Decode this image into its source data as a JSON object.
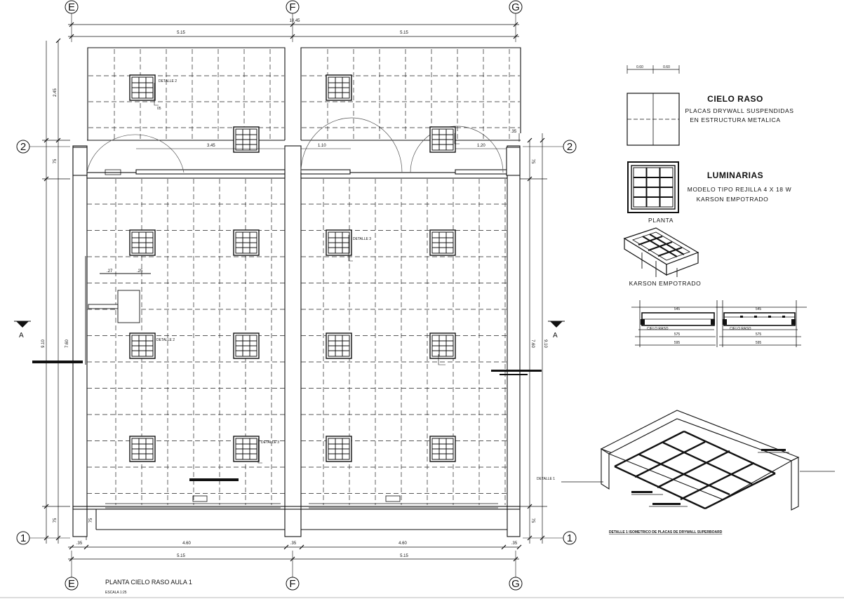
{
  "axes": {
    "columns": [
      "E",
      "F",
      "G"
    ],
    "rows": [
      "2",
      "1"
    ],
    "section": "A"
  },
  "dimensions": {
    "overall_width": "10.45",
    "top_bays": [
      "5.15",
      "5.15"
    ],
    "bottom_bays": [
      "5.15",
      "5.15"
    ],
    "bottom_segments": [
      ".35",
      "4.60",
      ".35",
      "4.60",
      ".35"
    ],
    "left_heights": [
      "2.45",
      "75",
      "9.10",
      "75"
    ],
    "inner_left": [
      "7.60",
      "75"
    ],
    "right_heights": [
      "75",
      "7.60",
      "9.10",
      "75"
    ],
    "top_offset_right": ".35",
    "inner_span_1": "3.45",
    "inner_span_2": "1.10",
    "inner_span_3": "1.20",
    "col_offset_a": ".27",
    "col_offset_b": ".25"
  },
  "callouts": {
    "detalle_2a": "DETALLE 2",
    "detalle_2b": "DETALLE 2",
    "detalle_3a": "DETALLE 3",
    "detalle_3b": "DETALLE 3",
    "detalle_1": "DETALLE 1",
    "tag_05": "05"
  },
  "legend": {
    "cielo_dims": [
      "0.60",
      "0.60"
    ],
    "cielo_title": "CIELO RASO",
    "cielo_line1": "PLACAS DRYWALL SUSPENDIDAS",
    "cielo_line2": "EN ESTRUCTURA METALICA",
    "lum_title": "LUMINARIAS",
    "lum_line1": "MODELO TIPO REJILLA 4 X 18 W",
    "lum_line2": "KARSON EMPOTRADO",
    "planta_label": "PLANTA",
    "karson_label": "KARSON EMPOTRADO",
    "sec_top_a": "545",
    "sec_top_b": "545",
    "sec_mid_a": "575",
    "sec_mid_b": "575",
    "sec_bot_a": "595",
    "sec_bot_b": "595",
    "sec_lbl_a": "CIELO RASO",
    "sec_lbl_b": "CIELO RASO",
    "iso_caption": "DETALLE 1 ISOMETRICO DE PLACAS DE DRYWALL SUPERBOARD"
  },
  "title_block": {
    "title": "PLANTA CIELO RASO AULA 1",
    "scale": "ESCALA 1:25"
  }
}
